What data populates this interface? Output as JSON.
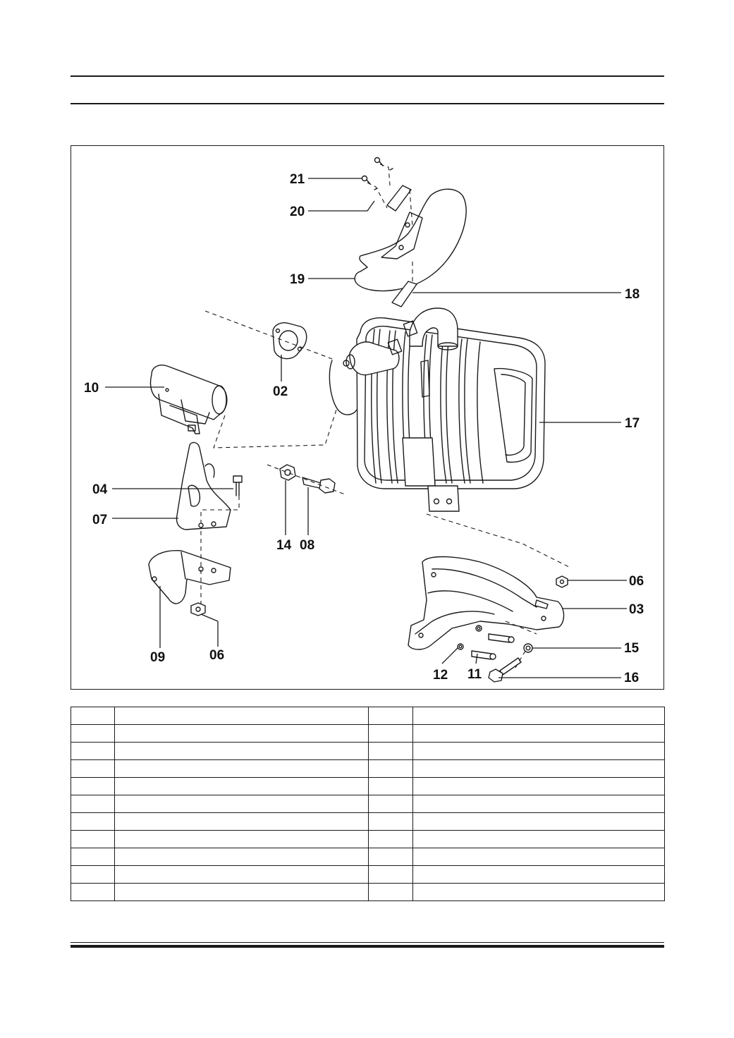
{
  "diagram": {
    "callouts": [
      {
        "id": "c21",
        "text": "21"
      },
      {
        "id": "c20",
        "text": "20"
      },
      {
        "id": "c19",
        "text": "19"
      },
      {
        "id": "c18",
        "text": "18"
      },
      {
        "id": "c10",
        "text": "10"
      },
      {
        "id": "c02",
        "text": "02"
      },
      {
        "id": "c17",
        "text": "17"
      },
      {
        "id": "c04",
        "text": "04"
      },
      {
        "id": "c07",
        "text": "07"
      },
      {
        "id": "c14",
        "text": "14"
      },
      {
        "id": "c08",
        "text": "08"
      },
      {
        "id": "c06a",
        "text": "06"
      },
      {
        "id": "c03",
        "text": "03"
      },
      {
        "id": "c09",
        "text": "09"
      },
      {
        "id": "c06b",
        "text": "06"
      },
      {
        "id": "c15",
        "text": "15"
      },
      {
        "id": "c12",
        "text": "12"
      },
      {
        "id": "c11",
        "text": "11"
      },
      {
        "id": "c16",
        "text": "16"
      }
    ]
  },
  "parts_table": {
    "rows": [
      [
        "",
        "",
        "",
        ""
      ],
      [
        "",
        "",
        "",
        ""
      ],
      [
        "",
        "",
        "",
        ""
      ],
      [
        "",
        "",
        "",
        ""
      ],
      [
        "",
        "",
        "",
        ""
      ],
      [
        "",
        "",
        "",
        ""
      ],
      [
        "",
        "",
        "",
        ""
      ],
      [
        "",
        "",
        "",
        ""
      ],
      [
        "",
        "",
        "",
        ""
      ],
      [
        "",
        "",
        "",
        ""
      ],
      [
        "",
        "",
        "",
        ""
      ]
    ]
  }
}
